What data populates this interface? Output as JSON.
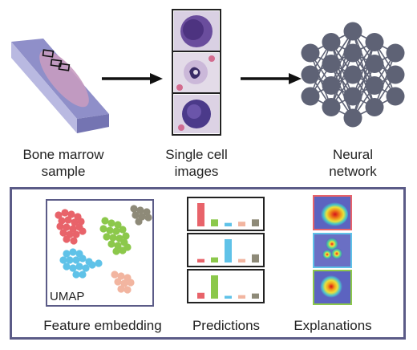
{
  "pipeline": {
    "step1": {
      "line1": "Bone marrow",
      "line2": "sample"
    },
    "step2": {
      "line1": "Single cell",
      "line2": "images"
    },
    "step3": {
      "line1": "Neural",
      "line2": "network"
    }
  },
  "outputs": {
    "umap_label": "UMAP",
    "feature_caption": "Feature embedding",
    "predictions_caption": "Predictions",
    "explanations_caption": "Explanations"
  },
  "predictions": {
    "colors": [
      "#e8636a",
      "#8cc84b",
      "#5fc2e8",
      "#f2b5a0",
      "#8e8a78"
    ],
    "bars": [
      [
        1.0,
        0.3,
        0.15,
        0.2,
        0.3
      ],
      [
        0.15,
        0.22,
        1.0,
        0.15,
        0.35
      ],
      [
        0.25,
        1.0,
        0.12,
        0.15,
        0.22
      ]
    ]
  },
  "colors": {
    "accent": "#5b5b87",
    "network_node": "#5e6275",
    "slide": "#8f8fc9",
    "cluster_red": "#e8636a",
    "cluster_green": "#8cc84b",
    "cluster_blue": "#5fc2e8",
    "cluster_peach": "#f2b5a0",
    "cluster_gray": "#8e8a78"
  }
}
